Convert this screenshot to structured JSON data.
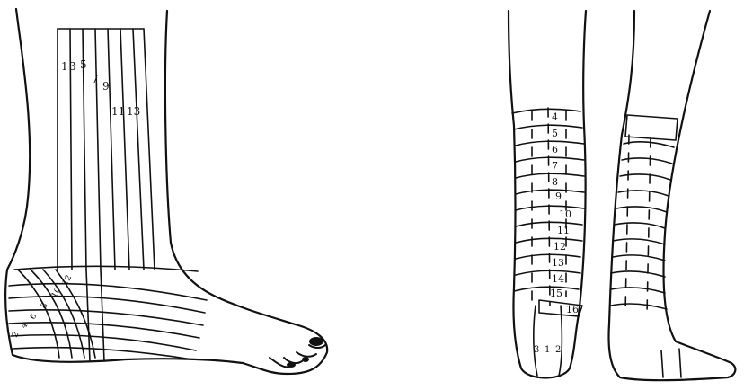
{
  "left_figure": {
    "vertical_strip_labels": [
      "1",
      "3",
      "5",
      "7",
      "9",
      "11",
      "13"
    ],
    "ankle_labels": [
      "2",
      "4",
      "6",
      "8",
      "10",
      "12"
    ]
  },
  "right_figure": {
    "horseshoe_labels": [
      "4",
      "5",
      "6",
      "7",
      "8",
      "9",
      "10",
      "11",
      "12",
      "13",
      "14",
      "15"
    ],
    "stirrup_label": "16",
    "heel_labels": [
      "3",
      "1",
      "2"
    ]
  }
}
